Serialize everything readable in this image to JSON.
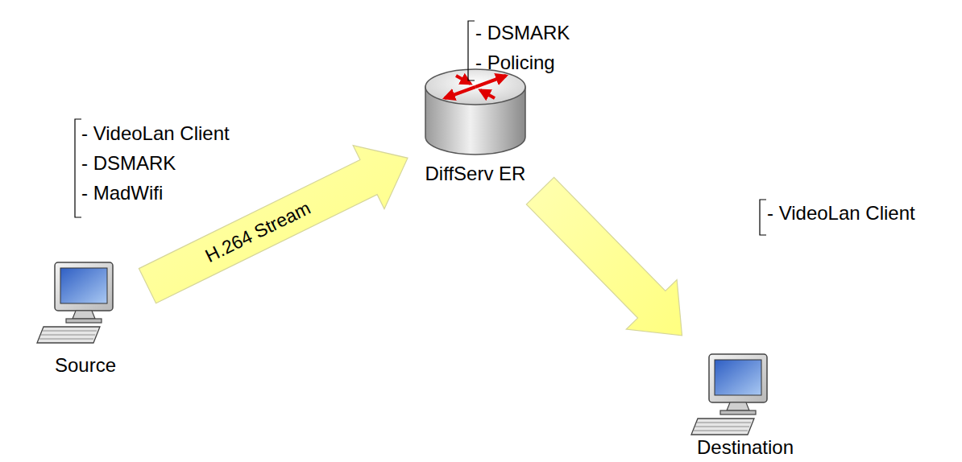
{
  "diagram": {
    "nodes": [
      {
        "text": [
          "Source"
        ]
      },
      {
        "text": [
          "DiffServ ER"
        ]
      },
      {
        "text": [
          "Destination"
        ]
      }
    ],
    "edges": [
      {
        "from": 0,
        "to": 1,
        "arrow": "to",
        "label": "H.264 Stream"
      },
      {
        "from": 1,
        "to": 2,
        "arrow": "to"
      }
    ],
    "labels": [
      "- VideoLan Client",
      "- DSMARK",
      "- MadWifi",
      "- DSMARK",
      "- Policing",
      "- VideoLan Client"
    ]
  }
}
